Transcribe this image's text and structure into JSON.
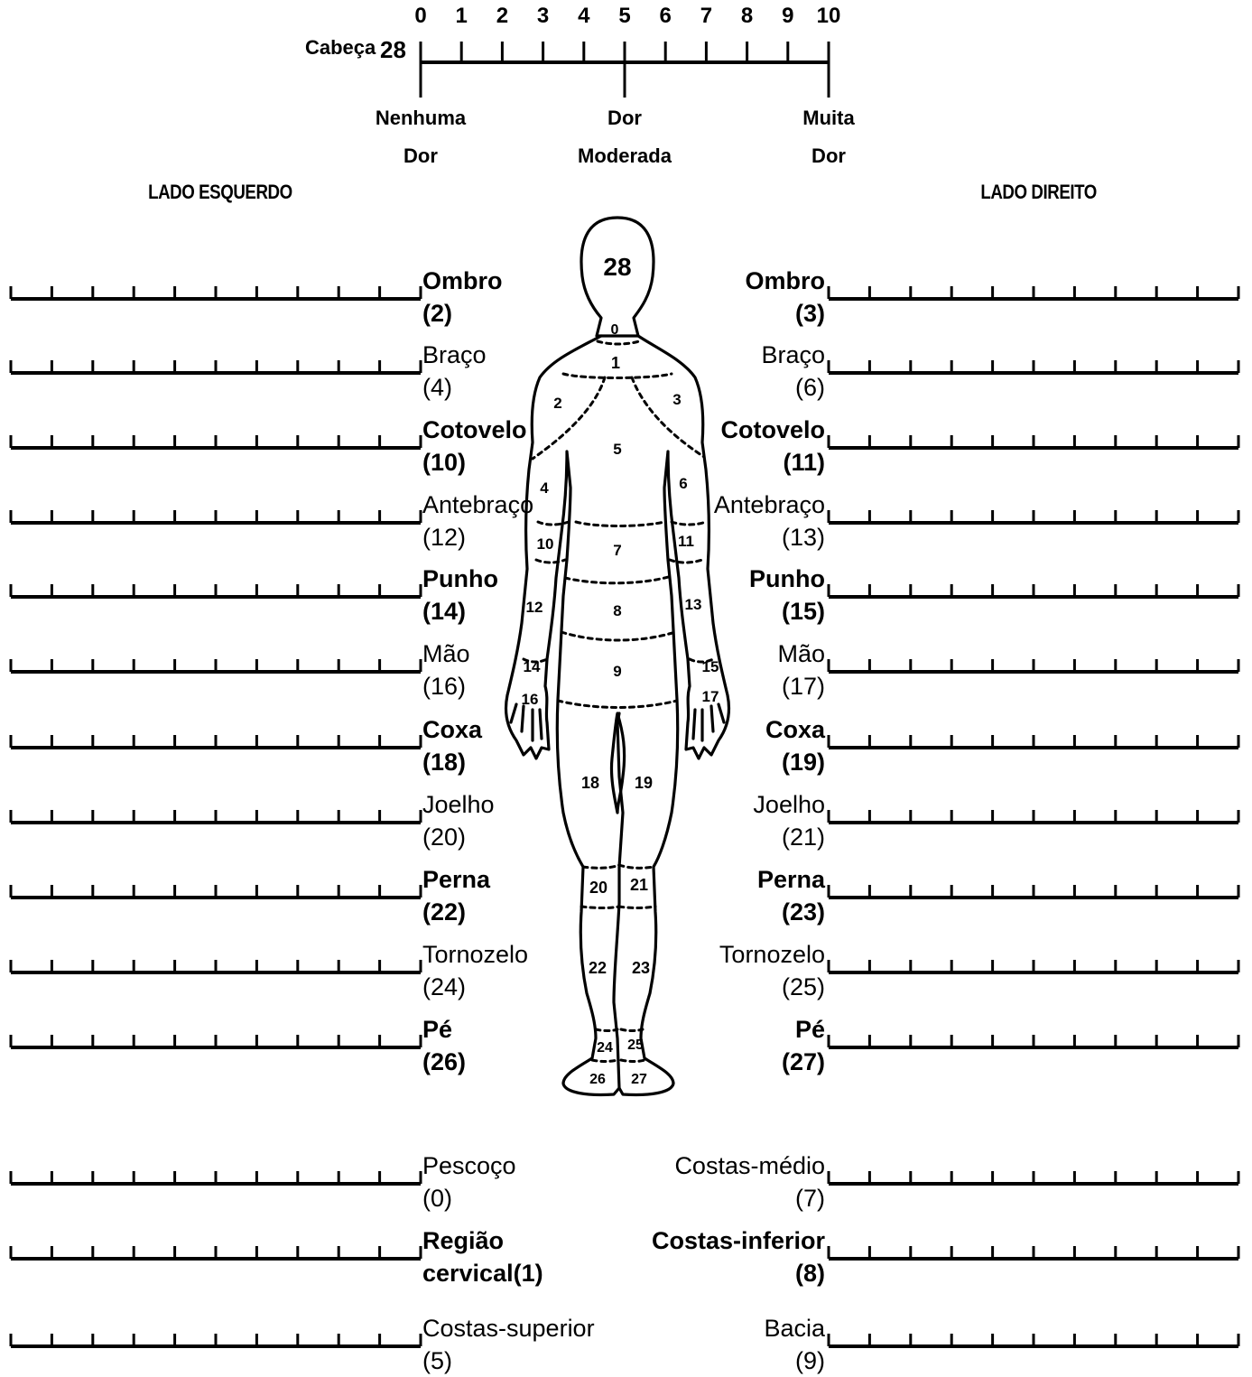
{
  "scale": {
    "head_label": "Cabeça",
    "head_number": "28",
    "ticks": [
      "0",
      "1",
      "2",
      "3",
      "4",
      "5",
      "6",
      "7",
      "8",
      "9",
      "10"
    ],
    "anchor_left": {
      "line1": "Nenhuma",
      "line2": "Dor"
    },
    "anchor_mid": {
      "line1": "Dor",
      "line2": "Moderada"
    },
    "anchor_right": {
      "line1": "Muita",
      "line2": "Dor"
    }
  },
  "sides": {
    "left_title": "LADO ESQUERDO",
    "right_title": "LADO DIREITO"
  },
  "left_items": [
    {
      "line1": "Ombro",
      "line2": "(2)",
      "bold": true
    },
    {
      "line1": "Braço",
      "line2": "(4)",
      "bold": false
    },
    {
      "line1": "Cotovelo",
      "line2": "(10)",
      "bold": true
    },
    {
      "line1": "Antebraço",
      "line2": "(12)",
      "bold": false
    },
    {
      "line1": "Punho",
      "line2": "(14)",
      "bold": true
    },
    {
      "line1": "Mão",
      "line2": "(16)",
      "bold": false
    },
    {
      "line1": "Coxa",
      "line2": "(18)",
      "bold": true
    },
    {
      "line1": "Joelho",
      "line2": "(20)",
      "bold": false
    },
    {
      "line1": "Perna",
      "line2": "(22)",
      "bold": true
    },
    {
      "line1": "Tornozelo",
      "line2": "(24)",
      "bold": false
    },
    {
      "line1": "Pé",
      "line2": "(26)",
      "bold": true
    },
    {
      "line1": "Pescoço",
      "line2": "(0)",
      "bold": false
    },
    {
      "line1": "Região",
      "line2": "cervical(1)",
      "bold": true
    },
    {
      "line1": "Costas-superior",
      "line2": "(5)",
      "bold": false
    }
  ],
  "right_items": [
    {
      "line1": "Ombro",
      "line2": "(3)",
      "bold": true
    },
    {
      "line1": "Braço",
      "line2": "(6)",
      "bold": false
    },
    {
      "line1": "Cotovelo",
      "line2": "(11)",
      "bold": true
    },
    {
      "line1": "Antebraço",
      "line2": "(13)",
      "bold": false
    },
    {
      "line1": "Punho",
      "line2": "(15)",
      "bold": true
    },
    {
      "line1": "Mão",
      "line2": "(17)",
      "bold": false
    },
    {
      "line1": "Coxa",
      "line2": "(19)",
      "bold": true
    },
    {
      "line1": "Joelho",
      "line2": "(21)",
      "bold": false
    },
    {
      "line1": "Perna",
      "line2": "(23)",
      "bold": true
    },
    {
      "line1": "Tornozelo",
      "line2": "(25)",
      "bold": false
    },
    {
      "line1": "Pé",
      "line2": "(27)",
      "bold": true
    },
    {
      "line1": "Costas-médio",
      "line2": "(7)",
      "bold": false
    },
    {
      "line1": "Costas-inferior",
      "line2": "(8)",
      "bold": true
    },
    {
      "line1": "Bacia",
      "line2": "(9)",
      "bold": false
    }
  ],
  "body_regions": [
    "28",
    "0",
    "1",
    "2",
    "3",
    "5",
    "4",
    "6",
    "10",
    "7",
    "11",
    "12",
    "8",
    "13",
    "14",
    "9",
    "15",
    "16",
    "17",
    "18",
    "19",
    "20",
    "21",
    "22",
    "23",
    "24",
    "25",
    "26",
    "27"
  ]
}
